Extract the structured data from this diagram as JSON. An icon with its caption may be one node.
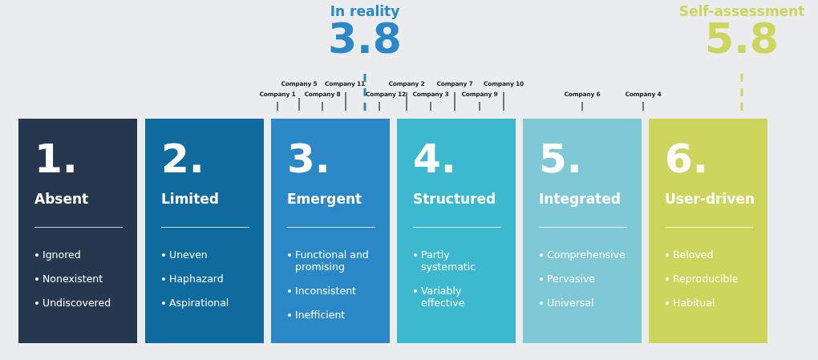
{
  "diagram": {
    "nodes": [
      {
        "text": [
          "1.",
          "Absent",
          "Ignored",
          "Nonexistent",
          "Undiscovered"
        ]
      },
      {
        "text": [
          "2.",
          "Limited",
          "Uneven",
          "Haphazard",
          "Aspirational"
        ]
      },
      {
        "text": [
          "3.",
          "Emergent",
          "Functional and promising",
          "Inconsistent",
          "Inefficient"
        ]
      },
      {
        "text": [
          "4.",
          "Structured",
          "Partly systematic",
          "Variably effective"
        ]
      },
      {
        "text": [
          "5.",
          "Integrated",
          "Comprehensive",
          "Pervasive",
          "Universal"
        ]
      },
      {
        "text": [
          "6.",
          "User-driven",
          "Beloved",
          "Reproducible",
          "Habitual"
        ]
      }
    ],
    "edges": [],
    "labels": [
      "In reality",
      "Self-assessment",
      "3.8",
      "5.8",
      "Company 5",
      "Company 11",
      "Company 2",
      "Company 7",
      "Company 10",
      "Company 1",
      "Company 8",
      "Company 12",
      "Company 3",
      "Company 9",
      "Company 6",
      "Company 4"
    ]
  }
}
